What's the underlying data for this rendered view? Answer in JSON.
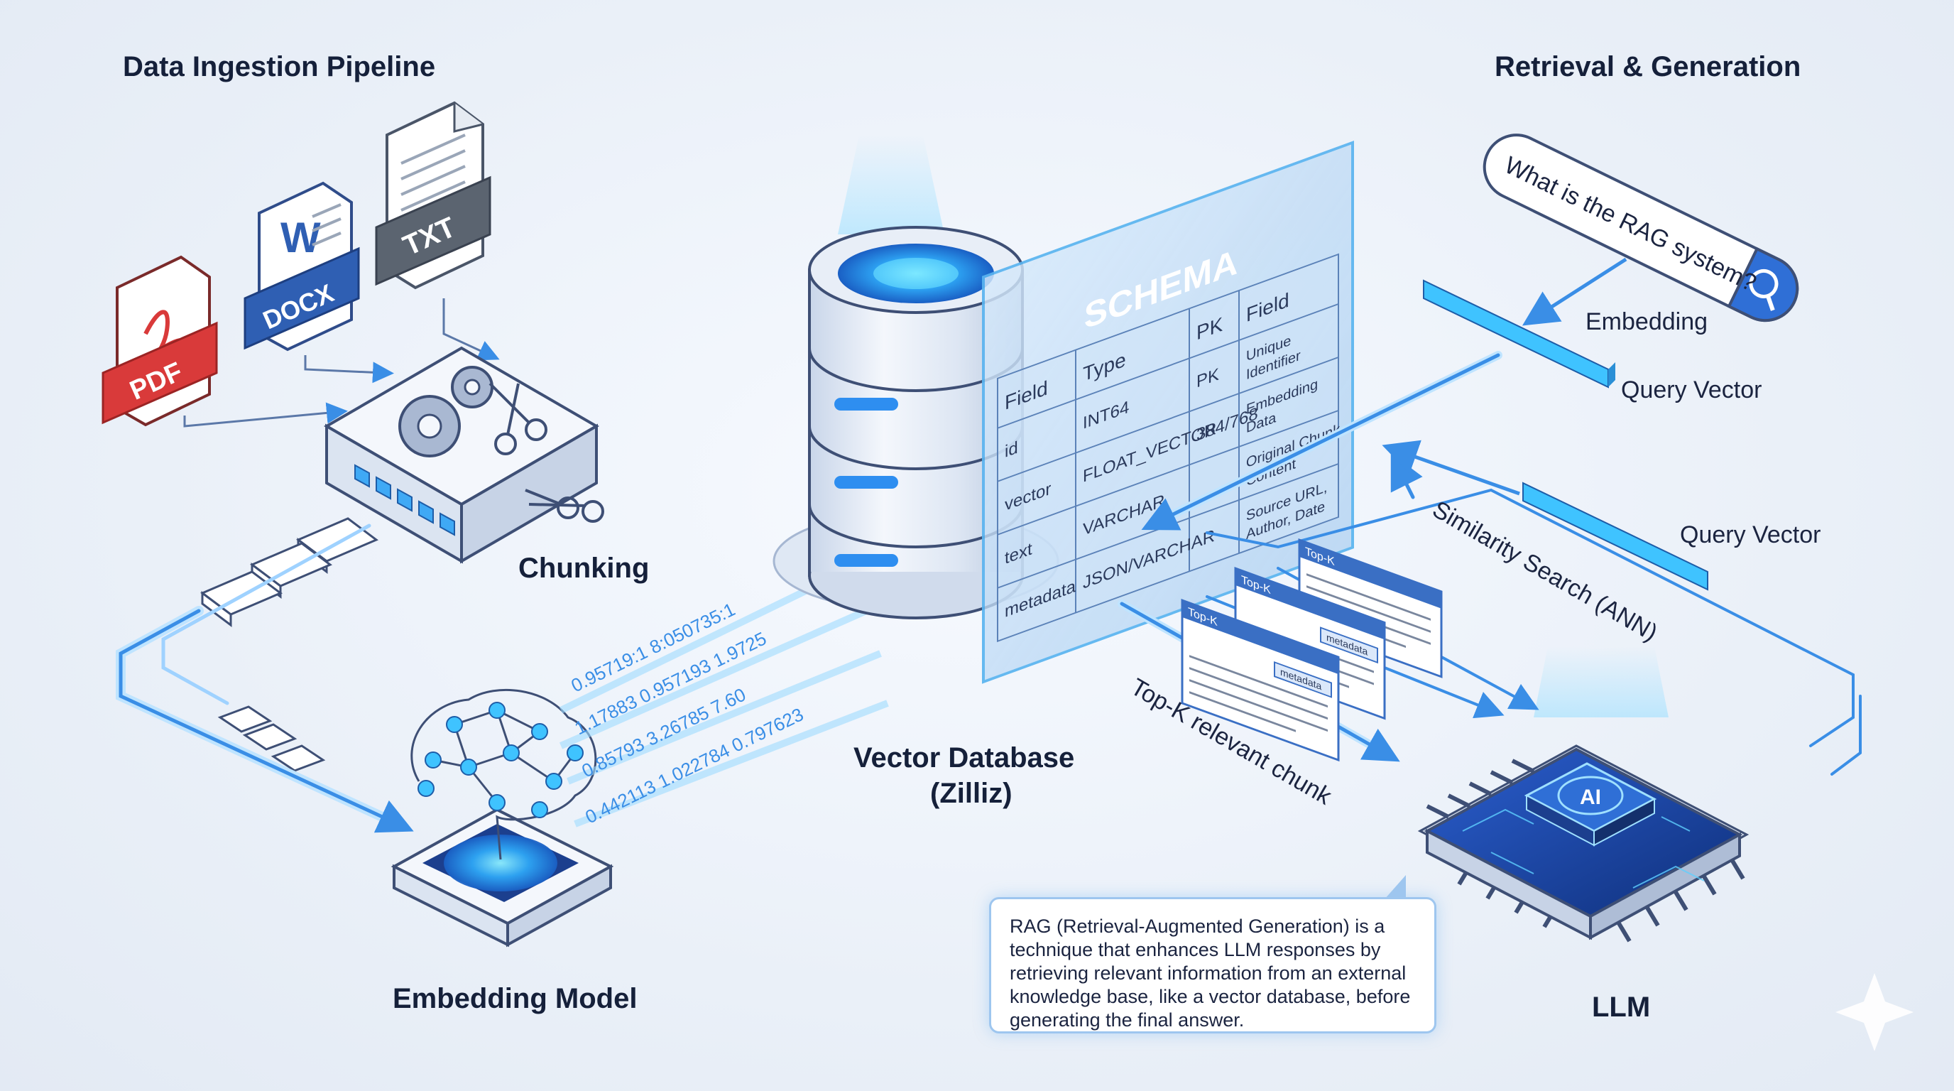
{
  "titles": {
    "ingestion": "Data Ingestion Pipeline",
    "retrieval": "Retrieval & Generation"
  },
  "files": {
    "pdf": "PDF",
    "docx": "DOCX",
    "txt": "TXT",
    "word_letter": "W"
  },
  "stages": {
    "chunking": "Chunking",
    "embedding_model": "Embedding Model",
    "vector_db_line1": "Vector Database",
    "vector_db_line2": "(Zilliz)",
    "llm": "LLM",
    "ai_chip": "AI"
  },
  "schema": {
    "title": "SCHEMA",
    "headers": [
      "Field",
      "Type",
      "PK",
      "Field"
    ],
    "rows": [
      [
        "id",
        "INT64",
        "PK",
        "Unique Identifier"
      ],
      [
        "vector",
        "FLOAT_VECTOR",
        "384/768",
        "Embedding Data"
      ],
      [
        "text",
        "VARCHAR",
        "",
        "Original Chunk Content"
      ],
      [
        "metadata",
        "JSON/VARCHAR",
        "",
        "Source URL, Author, Date"
      ]
    ]
  },
  "query": {
    "text": "What is the RAG system?"
  },
  "flow_labels": {
    "embedding": "Embedding",
    "query_vector_1": "Query Vector",
    "query_vector_2": "Query Vector",
    "similarity": "Similarity Search (ANN)",
    "topk": "Top-K relevant chunk"
  },
  "cards": {
    "tag": "Top-K",
    "meta": "metadata"
  },
  "vector_numbers": [
    "0.95719:1 8:050735:1",
    "1.17883 0.957193 1.9725",
    "0.85793 3.26785 7.60",
    "0.442113 1.022784 0.797623"
  ],
  "description": "RAG (Retrieval-Augmented Generation) is a technique that enhances LLM responses by retrieving relevant information from an external knowledge base, like a vector database, before generating the final answer.",
  "colors": {
    "accent": "#3a8ee6",
    "glow": "#3fd0ff",
    "pdf": "#d93a3a",
    "docx": "#2f5fb3",
    "txt": "#5b6470",
    "ink": "#15203a"
  }
}
